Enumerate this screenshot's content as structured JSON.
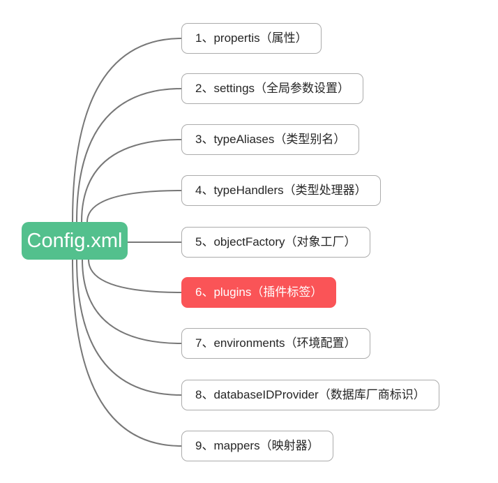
{
  "diagram": {
    "root": {
      "label": "Config.xml",
      "bg_color": "#53c08d",
      "text_color": "#ffffff"
    },
    "connector_color": "#777777",
    "node_border_color": "#ababab",
    "highlight_bg_color": "#fa5457",
    "nodes": [
      {
        "label": "1、propertis（属性）",
        "highlighted": false
      },
      {
        "label": "2、settings（全局参数设置）",
        "highlighted": false
      },
      {
        "label": "3、typeAliases（类型别名）",
        "highlighted": false
      },
      {
        "label": "4、typeHandlers（类型处理器）",
        "highlighted": false
      },
      {
        "label": "5、objectFactory（对象工厂）",
        "highlighted": false
      },
      {
        "label": "6、plugins（插件标签）",
        "highlighted": true,
        "bg_color": "#fa5457",
        "text_color": "#ffffff"
      },
      {
        "label": "7、environments（环境配置）",
        "highlighted": false
      },
      {
        "label": "8、databaseIDProvider（数据库厂商标识）",
        "highlighted": false
      },
      {
        "label": "9、mappers（映射器）",
        "highlighted": false
      }
    ]
  }
}
